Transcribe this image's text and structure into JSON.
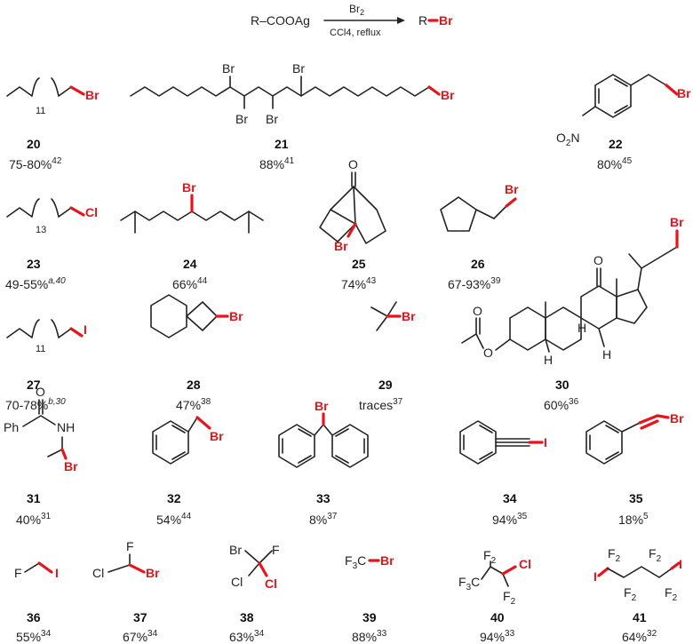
{
  "reaction": {
    "reactant": "R–COOAg",
    "reagent": "Br2",
    "conditions": "CCl4, reflux",
    "product_prefix": "R",
    "product_halogen": "Br"
  },
  "compounds": [
    {
      "id": "20",
      "yield": "75-80%",
      "ref": "42",
      "halogen": "Br",
      "label": "11"
    },
    {
      "id": "21",
      "yield": "88%",
      "ref": "41",
      "halogen": "Br"
    },
    {
      "id": "22",
      "yield": "80%",
      "ref": "45",
      "halogen": "Br"
    },
    {
      "id": "23",
      "yield": "49-55%",
      "ref": "a,40",
      "halogen": "Cl",
      "label": "13"
    },
    {
      "id": "24",
      "yield": "66%",
      "ref": "44",
      "halogen": "Br"
    },
    {
      "id": "25",
      "yield": "74%",
      "ref": "43",
      "halogen": "Br"
    },
    {
      "id": "26",
      "yield": "67-93%",
      "ref": "39",
      "halogen": "Br"
    },
    {
      "id": "27",
      "yield": "70-78%",
      "ref": "b,30",
      "halogen": "I",
      "label": "11"
    },
    {
      "id": "28",
      "yield": "47%",
      "ref": "38",
      "halogen": "Br"
    },
    {
      "id": "29",
      "yield": "traces",
      "ref": "37",
      "halogen": "Br"
    },
    {
      "id": "30",
      "yield": "60%",
      "ref": "36",
      "halogen": "Br"
    },
    {
      "id": "31",
      "yield": "40%",
      "ref": "31",
      "halogen": "Br"
    },
    {
      "id": "32",
      "yield": "54%",
      "ref": "44",
      "halogen": "Br"
    },
    {
      "id": "33",
      "yield": "8%",
      "ref": "37",
      "halogen": "Br"
    },
    {
      "id": "34",
      "yield": "94%",
      "ref": "35",
      "halogen": "I"
    },
    {
      "id": "35",
      "yield": "18%",
      "ref": "5",
      "halogen": "Br"
    },
    {
      "id": "36",
      "yield": "55%",
      "ref": "34",
      "halogen": "I"
    },
    {
      "id": "37",
      "yield": "67%",
      "ref": "34",
      "halogen": "Br"
    },
    {
      "id": "38",
      "yield": "63%",
      "ref": "34",
      "halogen": "Cl"
    },
    {
      "id": "39",
      "yield": "88%",
      "ref": "33",
      "halogen": "Br"
    },
    {
      "id": "40",
      "yield": "94%",
      "ref": "33",
      "halogen": "Cl"
    },
    {
      "id": "41",
      "yield": "64%",
      "ref": "32",
      "halogen": "I"
    }
  ],
  "atoms": {
    "Br": "Br",
    "Cl": "Cl",
    "I": "I",
    "F": "F",
    "O": "O",
    "H": "H",
    "NH": "NH",
    "Ph": "Ph",
    "F2": "F2",
    "F3C": "F3C",
    "O2N": "O2N"
  },
  "colors": {
    "halogen": "#e8141c",
    "bond": "#222222"
  }
}
